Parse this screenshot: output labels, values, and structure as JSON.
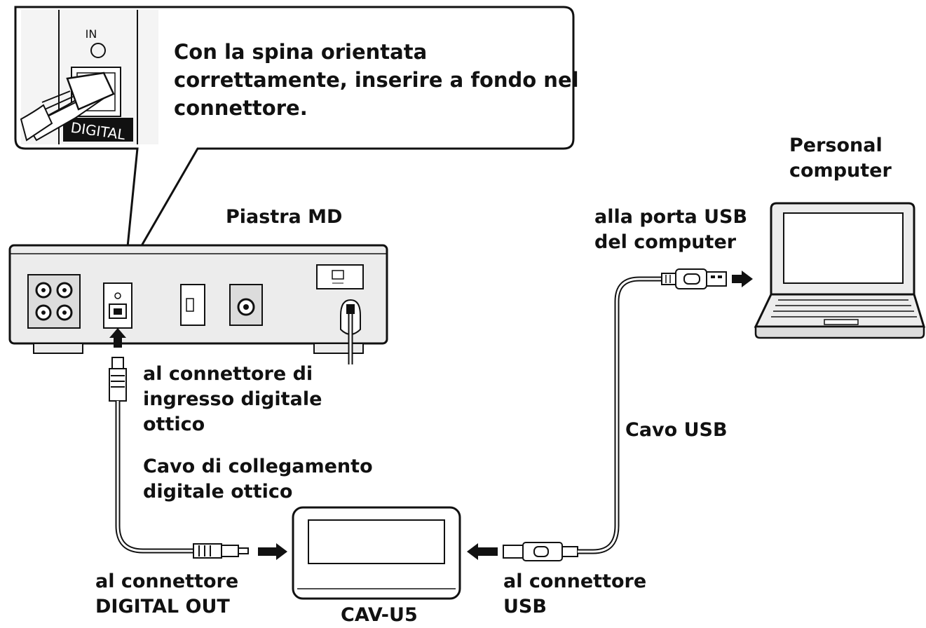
{
  "callout": {
    "lines": [
      "Con la spina orientata",
      "correttamente, inserire a fondo nel",
      "connettore."
    ],
    "inset_in_label": "IN",
    "inset_digital_label": "DIGITAL"
  },
  "md_deck": {
    "label": "Piastra MD"
  },
  "computer": {
    "label_lines": [
      "Personal",
      "computer"
    ]
  },
  "usb_port_label": {
    "lines": [
      "alla porta USB",
      "del computer"
    ]
  },
  "optical_input_label": {
    "lines": [
      "al connettore di",
      "ingresso digitale",
      "ottico"
    ]
  },
  "optical_cable_label": {
    "lines": [
      "Cavo di collegamento",
      "digitale ottico"
    ]
  },
  "usb_cable_label": "Cavo USB",
  "digital_out_label": {
    "lines": [
      "al connettore",
      "DIGITAL OUT"
    ]
  },
  "cav_label": "CAV-U5",
  "usb_connector_label": {
    "lines": [
      "al connettore",
      "USB"
    ]
  },
  "colors": {
    "ink": "#111111",
    "device_fill": "#ececec",
    "panel_fill": "#dcdcdc"
  }
}
